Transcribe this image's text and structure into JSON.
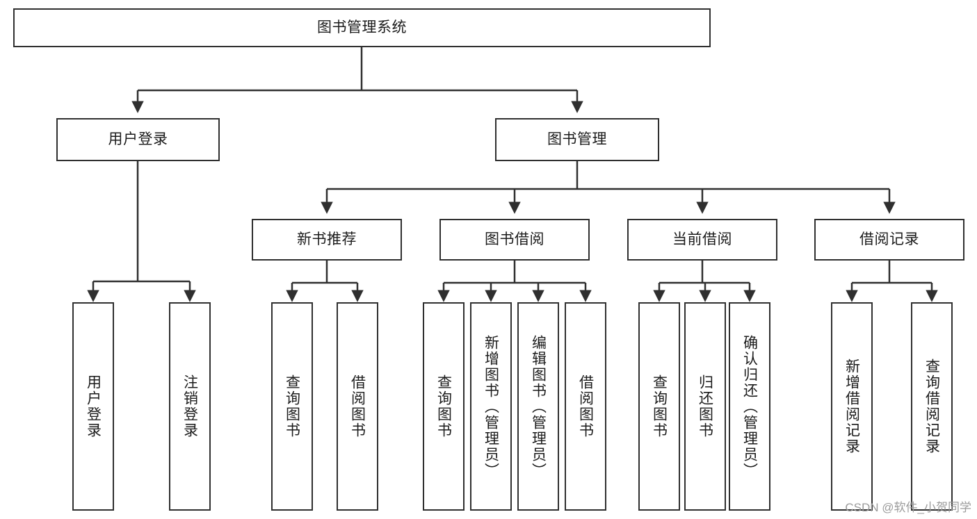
{
  "diagram": {
    "title": "图书管理系统",
    "type": "tree",
    "root": {
      "label": "图书管理系统"
    },
    "level2": [
      {
        "label": "用户登录"
      },
      {
        "label": "图书管理"
      }
    ],
    "level3": [
      {
        "label": "新书推荐"
      },
      {
        "label": "图书借阅"
      },
      {
        "label": "当前借阅"
      },
      {
        "label": "借阅记录"
      }
    ],
    "leaves": {
      "user_login": [
        {
          "label": "用户登录"
        },
        {
          "label": "注销登录"
        }
      ],
      "new_book_recommend": [
        {
          "label": "查询图书"
        },
        {
          "label": "借阅图书"
        }
      ],
      "book_borrow": [
        {
          "label": "查询图书"
        },
        {
          "label": "新增图书（管理员）"
        },
        {
          "label": "编辑图书（管理员）"
        },
        {
          "label": "借阅图书"
        }
      ],
      "current_borrow": [
        {
          "label": "查询图书"
        },
        {
          "label": "归还图书"
        },
        {
          "label": "确认归还（管理员）"
        }
      ],
      "borrow_record": [
        {
          "label": "新增借阅记录"
        },
        {
          "label": "查询借阅记录"
        }
      ]
    }
  },
  "watermark": {
    "text": "CSDN @软件_小贺同学"
  },
  "colors": {
    "stroke": "#2f2f2f",
    "fill": "#ffffff",
    "text": "#1b1b1b",
    "watermark": "#9b9b9b"
  }
}
